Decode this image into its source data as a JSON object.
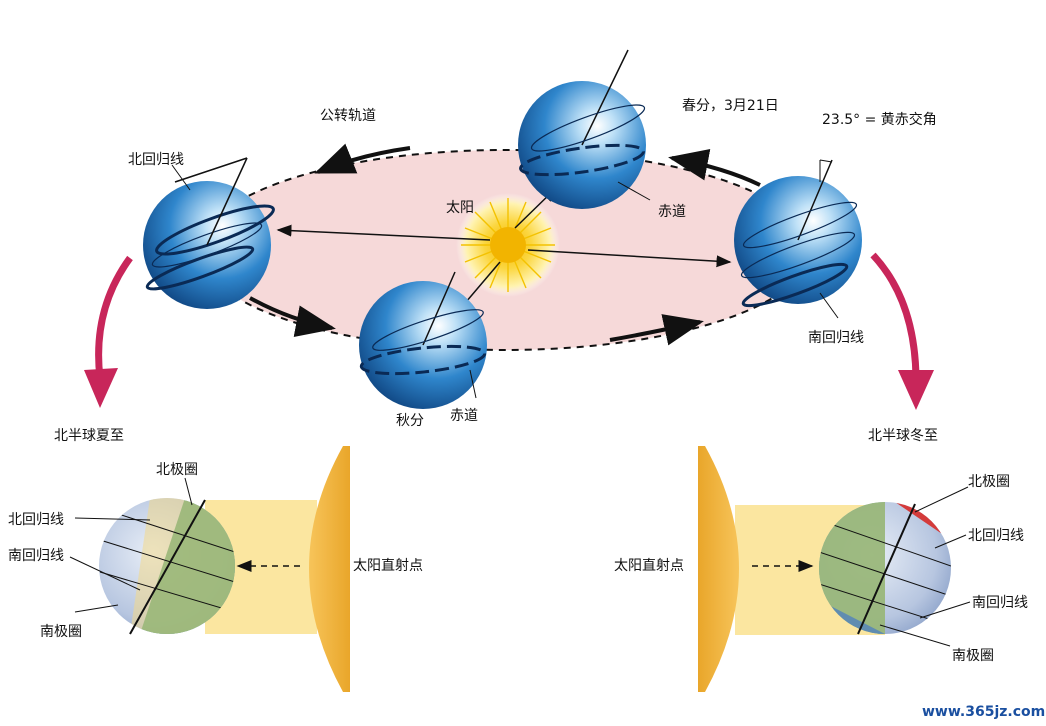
{
  "labels": {
    "orbit": "公转轨道",
    "spring_equinox": "春分，3月21日",
    "obliquity": "23.5° = 黄赤交角",
    "tropic_cancer_top": "北回归线",
    "sun": "太阳",
    "equator_top": "赤道",
    "tropic_capricorn_top": "南回归线",
    "autumn_equinox": "秋分",
    "equator_bottom": "赤道",
    "nh_summer": "北半球夏至",
    "nh_winter": "北半球冬至",
    "left_arctic": "北极圈",
    "left_cancer": "北回归线",
    "left_capricorn": "南回归线",
    "left_antarctic": "南极圈",
    "left_subsolar": "太阳直射点",
    "right_subsolar": "太阳直射点",
    "right_arctic": "北极圈",
    "right_cancer": "北回归线",
    "right_capricorn": "南回归线",
    "right_antarctic": "南极圈",
    "watermark": "www.365jz.com"
  },
  "colors": {
    "orbit_fill": "#f6d9d9",
    "globe_blue": "#1f6fb8",
    "arrow_magenta": "#c8265a",
    "sun_yellow": "#f5c400",
    "beam": "#fbe6a0",
    "lens": "#f2b640"
  }
}
